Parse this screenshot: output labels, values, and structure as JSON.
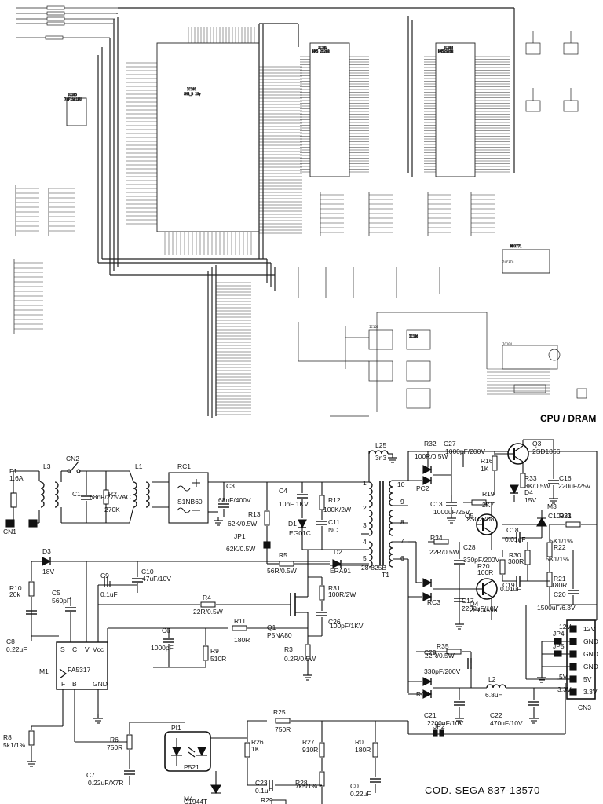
{
  "cpu_section": {
    "title": "CPU / DRAM",
    "ic_labels": [
      "IC101",
      "IC102",
      "IC103",
      "IC104",
      "IC105",
      "IC106"
    ],
    "small_refs": [
      "SH4_B 2Sy",
      "HM5 2S268",
      "HM52S268",
      "MB3771",
      "74F1S81FU",
      "74F1T8"
    ]
  },
  "psu": {
    "code_label": "COD. SEGA 837-13570",
    "connector": {
      "name": "CN3",
      "pins": [
        "12V",
        "GND",
        "GND",
        "GND",
        "5V",
        "3.3V"
      ]
    },
    "rail_labels": [
      "12V",
      "5V",
      "3.3V"
    ],
    "components": [
      {
        "ref": "F1",
        "value": "1.6A"
      },
      {
        "ref": "CN1",
        "value": ""
      },
      {
        "ref": "L3",
        "value": ""
      },
      {
        "ref": "CN2",
        "value": ""
      },
      {
        "ref": "C1",
        "value": "68nF/275VAC"
      },
      {
        "ref": "R2",
        "value": "270K"
      },
      {
        "ref": "L1",
        "value": ""
      },
      {
        "ref": "RC1",
        "value": "S1NB60"
      },
      {
        "ref": "C3",
        "value": "68uF/400V"
      },
      {
        "ref": "R13",
        "value": "62K/0.5W"
      },
      {
        "ref": "JP1",
        "value": "62K/0.5W"
      },
      {
        "ref": "C4",
        "value": "10nF 1KV"
      },
      {
        "ref": "R12",
        "value": "100K/2W"
      },
      {
        "ref": "C11",
        "value": "NC"
      },
      {
        "ref": "D1",
        "value": "EG01C"
      },
      {
        "ref": "R5",
        "value": "56R/0.5W"
      },
      {
        "ref": "D2",
        "value": "ERA91"
      },
      {
        "ref": "T1",
        "value": "28-825B"
      },
      {
        "ref": "L25",
        "value": "3n3"
      },
      {
        "ref": "R32",
        "value": "100R/0.5W"
      },
      {
        "ref": "C27",
        "value": "1000pF/200V"
      },
      {
        "ref": "PC2",
        "value": ""
      },
      {
        "ref": "C13",
        "value": "1000uF/25V"
      },
      {
        "ref": "R16",
        "value": "1K"
      },
      {
        "ref": "Q3",
        "value": "2SD1856"
      },
      {
        "ref": "R33",
        "value": "3K/0.5W"
      },
      {
        "ref": "C16",
        "value": "220uF/25V"
      },
      {
        "ref": "D4",
        "value": "15V"
      },
      {
        "ref": "R19",
        "value": "2K7"
      },
      {
        "ref": "Q5",
        "value": "2SC3708"
      },
      {
        "ref": "M3",
        "value": "C10931"
      },
      {
        "ref": "C18",
        "value": "0.01uF"
      },
      {
        "ref": "R23",
        "value": "5K1/1%"
      },
      {
        "ref": "R22",
        "value": "5K1/1%"
      },
      {
        "ref": "R34",
        "value": "22R/0.5W"
      },
      {
        "ref": "C28",
        "value": "330pF/200V"
      },
      {
        "ref": "R20",
        "value": "100R"
      },
      {
        "ref": "R30",
        "value": "300R"
      },
      {
        "ref": "C19",
        "value": "0.01uF"
      },
      {
        "ref": "R21",
        "value": "180R"
      },
      {
        "ref": "C20",
        "value": "1500uF/6.3V"
      },
      {
        "ref": "RC3",
        "value": ""
      },
      {
        "ref": "Q4",
        "value": "2SC4596"
      },
      {
        "ref": "C17",
        "value": "2200uF/10V"
      },
      {
        "ref": "D3",
        "value": "18V"
      },
      {
        "ref": "R10",
        "value": "20k"
      },
      {
        "ref": "C10",
        "value": "47uF/10V"
      },
      {
        "ref": "C9",
        "value": "0.1uF"
      },
      {
        "ref": "C5",
        "value": "560pF"
      },
      {
        "ref": "R4",
        "value": "22R/0.5W"
      },
      {
        "ref": "R31",
        "value": "100R/2W"
      },
      {
        "ref": "Q1",
        "value": "P5NA80"
      },
      {
        "ref": "C26",
        "value": "100pF/1KV"
      },
      {
        "ref": "C8",
        "value": "0.22uF"
      },
      {
        "ref": "R11",
        "value": "180R"
      },
      {
        "ref": "C6",
        "value": "1000pF"
      },
      {
        "ref": "R9",
        "value": "510R"
      },
      {
        "ref": "M1",
        "value": "FA5317"
      },
      {
        "ref": "R3",
        "value": "0.2R/0.5W"
      },
      {
        "ref": "R35",
        "value": "22R/0.5W"
      },
      {
        "ref": "C29",
        "value": "330pF/200V"
      },
      {
        "ref": "RC4",
        "value": ""
      },
      {
        "ref": "L2",
        "value": "6.8uH"
      },
      {
        "ref": "C21",
        "value": "2200uF/10V"
      },
      {
        "ref": "C22",
        "value": "470uF/10V"
      },
      {
        "ref": "R8",
        "value": "5k1/1%"
      },
      {
        "ref": "R6",
        "value": "750R"
      },
      {
        "ref": "C7",
        "value": "0.22uF/X7R"
      },
      {
        "ref": "PI1",
        "value": "P521"
      },
      {
        "ref": "R25",
        "value": "750R"
      },
      {
        "ref": "R26",
        "value": "1K"
      },
      {
        "ref": "R27",
        "value": "910R"
      },
      {
        "ref": "R0",
        "value": "180R"
      },
      {
        "ref": "C23",
        "value": "0.1uF"
      },
      {
        "ref": "R28",
        "value": "7k5/1%"
      },
      {
        "ref": "C0",
        "value": "0.22uF"
      },
      {
        "ref": "M4",
        "value": "C1944T"
      },
      {
        "ref": "R29",
        "value": ""
      },
      {
        "ref": "JP2",
        "value": ""
      },
      {
        "ref": "JP4",
        "value": ""
      },
      {
        "ref": "JP5",
        "value": ""
      }
    ],
    "ic_pins": {
      "m1_top": [
        "S",
        "C",
        "V",
        "Vcc"
      ],
      "m1_bottom": [
        "F",
        "B",
        "GND"
      ]
    },
    "transformer_pins": [
      "1",
      "2",
      "3",
      "4",
      "5",
      "6",
      "7",
      "8",
      "9",
      "10"
    ]
  },
  "colors": {
    "ink": "#111111",
    "paper": "#ffffff",
    "faint": "#555555"
  }
}
